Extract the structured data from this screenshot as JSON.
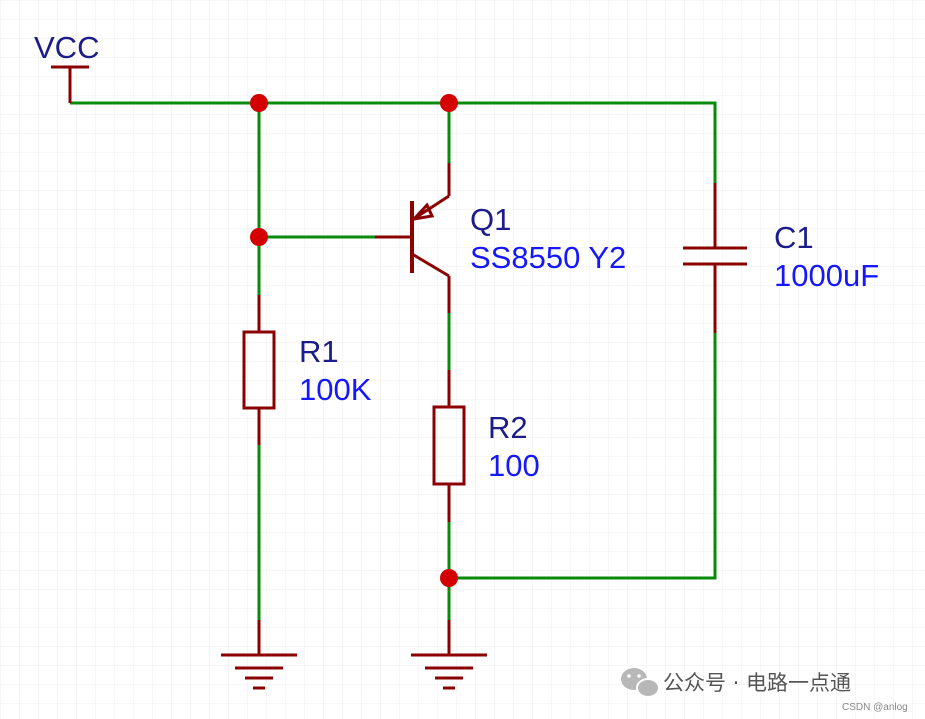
{
  "schematic": {
    "power_label": "VCC",
    "components": {
      "q1": {
        "ref": "Q1",
        "value": "SS8550 Y2"
      },
      "r1": {
        "ref": "R1",
        "value": "100K"
      },
      "r2": {
        "ref": "R2",
        "value": "100"
      },
      "c1": {
        "ref": "C1",
        "value": "1000uF"
      }
    }
  },
  "watermark": {
    "text": "公众号 · 电路一点通",
    "source": "CSDN @anlog"
  },
  "colors": {
    "wire": "#0a8a0a",
    "component": "#8b0000",
    "junction": "#d40000",
    "ref_text": "#1b1b8a",
    "value_text": "#1616ff",
    "grid": "#ececec"
  }
}
